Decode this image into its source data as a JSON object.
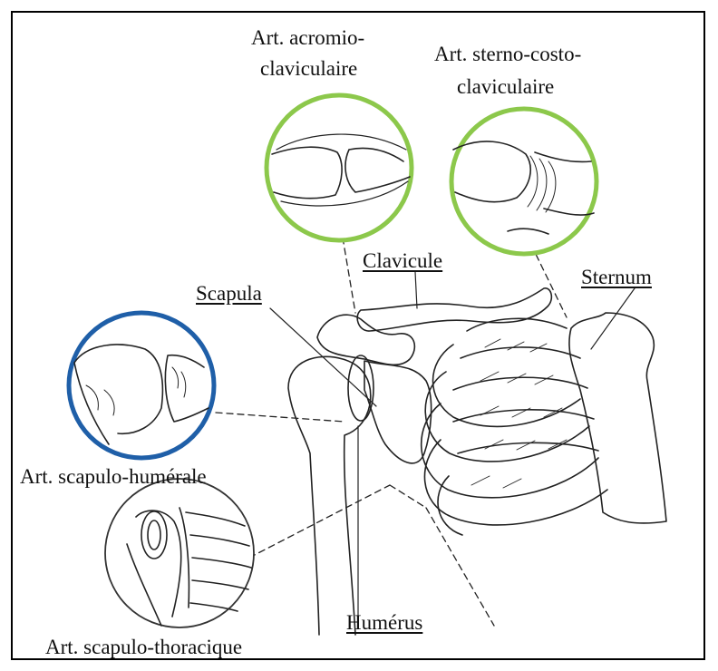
{
  "labels": {
    "acromio_line1": "Art. acromio-",
    "acromio_line2": "claviculaire",
    "sterno_line1": "Art. sterno-costo-",
    "sterno_line2": "claviculaire",
    "clavicule": "Clavicule",
    "sternum": "Sternum",
    "scapula": "Scapula",
    "scapulo_humerale": "Art. scapulo-humérale",
    "humerus": "Humérus",
    "scapulo_thoracique": "Art. scapulo-thoracique"
  },
  "colors": {
    "green_circle": "#8cc84b",
    "blue_circle": "#1f5fa8",
    "ink": "#222222"
  }
}
